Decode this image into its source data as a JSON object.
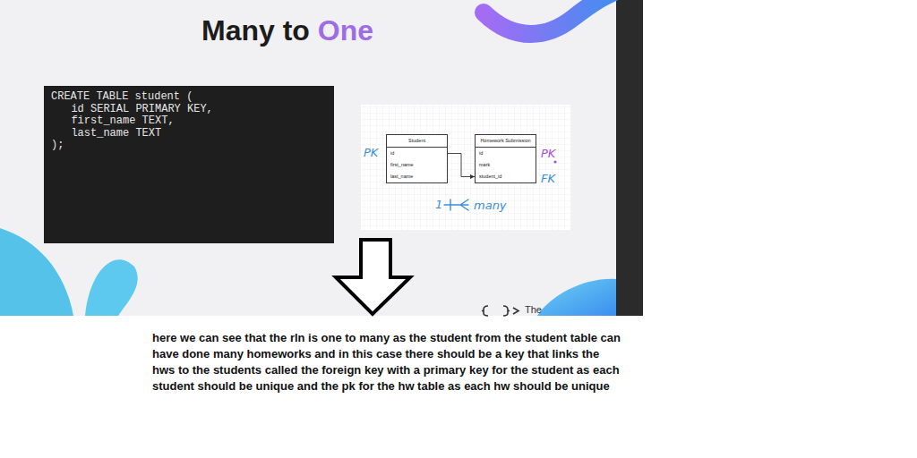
{
  "diagram": {
    "title": "Many to One",
    "nodes": [
      {
        "text": [
          "CREATE TABLE student (",
          "id SERIAL PRIMARY KEY,",
          "first_name TEXT,",
          "last_name TEXT",
          ");"
        ]
      },
      {
        "text": [
          "Student",
          "id",
          "first_name",
          "last_name"
        ]
      },
      {
        "text": [
          "Homework Submission",
          "id",
          "mark",
          "student_id"
        ]
      }
    ],
    "edges": [
      {
        "from": 1,
        "to": 2,
        "arrow": "to"
      }
    ],
    "labels": [
      "PK",
      "PK",
      "FK",
      "1",
      "many",
      "The",
      "here we can see that the rln is one to many as the student from the student table can have done many homeworks and in this case there should be a key that links the hws to the students called the foreign key with a primary key for the student as each student should be unique and the pk for the hw table as each hw should be unique"
    ]
  }
}
